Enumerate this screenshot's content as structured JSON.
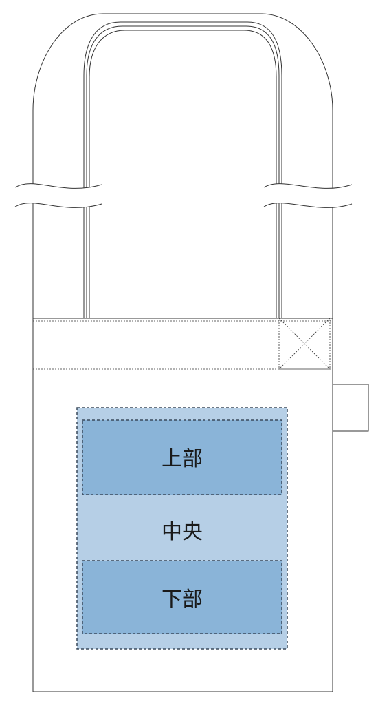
{
  "print_areas": {
    "top": {
      "label": "上部",
      "color": "#8ab4d8"
    },
    "middle": {
      "label": "中央",
      "color": "#b6cfe6"
    },
    "bottom": {
      "label": "下部",
      "color": "#8ab4d8"
    }
  },
  "colors": {
    "outline": "#333333",
    "dash_border": "#3a4a5c"
  }
}
